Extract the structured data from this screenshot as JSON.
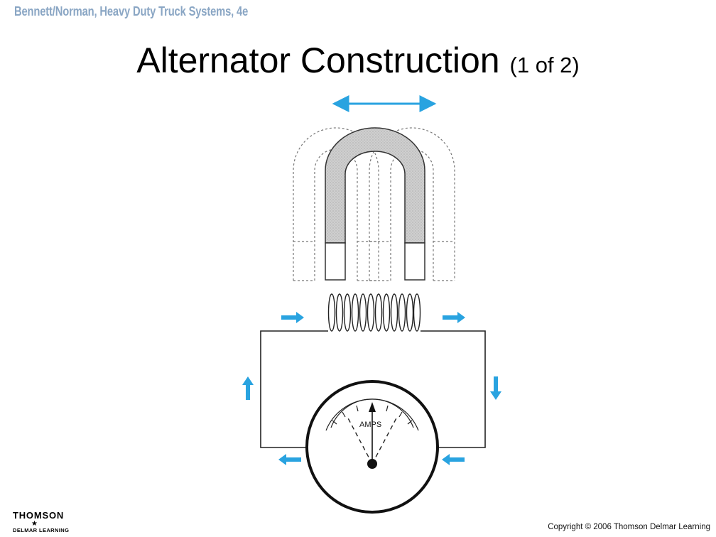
{
  "header": {
    "book_title": "Bennett/Norman, Heavy Duty Truck Systems, 4e"
  },
  "slide": {
    "title_main": "Alternator Construction",
    "title_sub": "(1 of 2)"
  },
  "diagram": {
    "meter_label": "AMPS",
    "arrow_color": "#29a3e0",
    "magnet_fill": "#cccccc"
  },
  "footer": {
    "publisher_name": "THOMSON",
    "publisher_star": "★",
    "publisher_imprint": "DELMAR LEARNING",
    "copyright": "Copyright © 2006 Thomson Delmar Learning"
  }
}
